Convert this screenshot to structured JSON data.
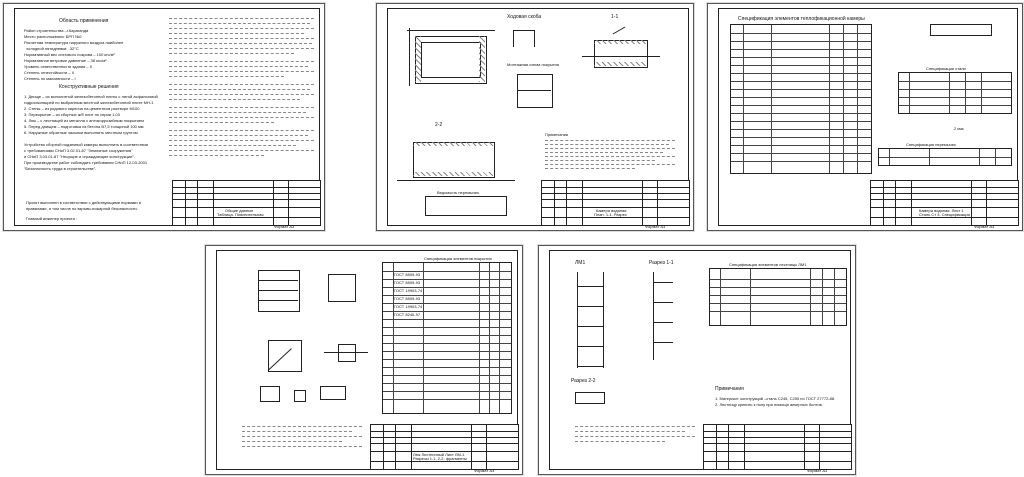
{
  "sheets": {
    "s1": {
      "heading": "Область применения",
      "params": [
        "Район строительства –г.Караганда",
        "Место расположения: БРП №2",
        "Расчетная температура наружного воздуха наиболее",
        "  холодной пятидневки: -32°С",
        "Нормативный вес снегового покрова – 100 кгс/м²",
        "Нормативное ветровое давление – 38 кгс/м²",
        "Уровень ответственности здания – II",
        "Степень огнестойкости – II",
        "Степень по массивности – I"
      ],
      "constr_heading": "Конструктивные решения",
      "constr": [
        "1. Днище – из монолитной железобетонной плиты с литой асфальтовой",
        "гидроизоляцией по выбранным местной железобетонной плите МН-1",
        "2. Стены – из рядового кирпича на цементном растворе М100",
        "3. Перекрытие – из сборных ж/б плит по серии 1.03",
        "4. Люк – с лестницей из металла с антикоррозийным покрытием",
        "5. Перед днищем – подготовка из бетона В7,5 толщиной 100 мм",
        "6. Наружные обратные засыпки выполнять местным грунтом"
      ],
      "note": [
        "Устройство сборной подземной камеры выполнить в соответствии",
        "с требованиями СНиП 3.02.01-87 \"Земляные сооружения\"",
        "и СНиП 3.03.01-87 \"Несущие и ограждающие конструкции\".",
        "При производстве работ соблюдать требования СНиП 12-03-2001",
        "\"Безопасность труда в строительстве\"."
      ],
      "stamp": [
        "Проект выполнен в соответствии с действующими нормами и",
        "правилами, и том числе по взрыво-пожарной безопасности.",
        "",
        "Главный инженер проекта :"
      ],
      "title_a": "Общие данные",
      "title_b": "Таблица. Пояснительная",
      "format": "Формат А3"
    },
    "s2": {
      "plan_title": "Ходовая скоба",
      "section11": "1-1",
      "section22": "2-2",
      "montage": "Монтажная схема покрытия",
      "legend_title": "Ведомость перемычек",
      "notes_title": "Примечания",
      "sheet_title": "Камера водяная",
      "sheet_sub": "План. 1-1. Разрез",
      "format": "Формат А3"
    },
    "s3": {
      "spec_title": "Спецификация элементов теплофикационной камеры",
      "spec2_title": "Спецификация стали",
      "spec3_title": "Спецификация перемычек",
      "sheet_title": "Камера водяная. Лист 1",
      "sheet_sub": "Сталь Ст 3. Спецификация",
      "qty": "2 кмк",
      "format": "Формат А3"
    },
    "s4": {
      "spec_title": "Спецификация элементов покрытия",
      "rows": [
        "ГОСТ 8509-93",
        "ГОСТ 8509-93",
        "ГОСТ 19903-74",
        "ГОСТ 8509-93",
        "ГОСТ 19903-74",
        "ГОСТ 8240-97"
      ],
      "sheet_title": "Люк Лестничный Лист ЛМ-1",
      "sheet_sub": "Разрезы 1-1, 2-2, фрагменты",
      "format": "Формат А3"
    },
    "s5": {
      "lm1": "ЛМ1",
      "cut11": "Разрез 1-1",
      "cut22": "Разрез 2-2",
      "spec_title": "Спецификация элементов лестницы ЛМ1",
      "note_title": "Примечания",
      "notes": [
        "1. Материал: конструкций –сталь С245, С255 по ГОСТ 27772-88.",
        "2. Лестницу крепить к полу при помощи анкерных болтов."
      ],
      "format": "Формат А3"
    }
  }
}
